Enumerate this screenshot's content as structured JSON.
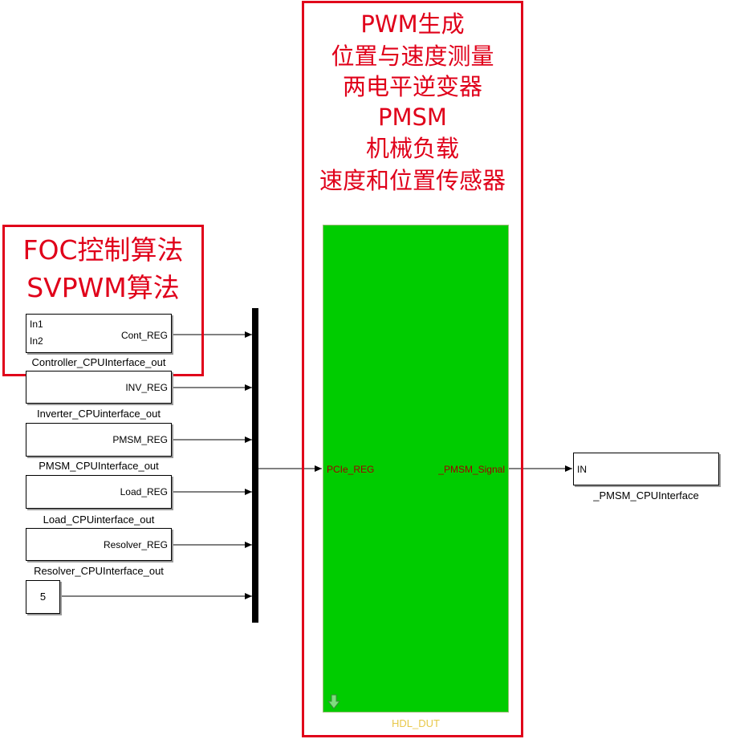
{
  "annotations": {
    "left_box": {
      "lines": [
        "FOC控制算法",
        "SVPWM算法"
      ]
    },
    "right_box": {
      "lines": [
        "PWM生成",
        "位置与速度测量",
        "两电平逆变器",
        "PMSM",
        "机械负载",
        "速度和位置传感器"
      ]
    }
  },
  "blocks": {
    "controller": {
      "in_ports": [
        "In1",
        "In2"
      ],
      "out_port": "Cont_REG",
      "name": "Controller_CPUInterface_out"
    },
    "inverter": {
      "out_port": "INV_REG",
      "name": "Inverter_CPUinterface_out"
    },
    "pmsm": {
      "out_port": "PMSM_REG",
      "name": "PMSM_CPUInterface_out"
    },
    "load": {
      "out_port": "Load_REG",
      "name": "Load_CPUinterface_out"
    },
    "resolver": {
      "out_port": "Resolver_REG",
      "name": "Resolver_CPUInterface_out"
    },
    "constant": {
      "value": "5"
    },
    "dut": {
      "in_port": "PCIe_REG",
      "out_port": "_PMSM_Signal",
      "name": "HDL_DUT",
      "icon": "down-arrow-icon"
    },
    "output": {
      "in_port": "IN",
      "name": "_PMSM_CPUInterface"
    }
  },
  "colors": {
    "annotation_red": "#e0001a",
    "dut_green": "#00cc00",
    "dut_port_text": "#a00000",
    "dut_name_text": "#e8c84a",
    "bus_bar": "#000000"
  }
}
